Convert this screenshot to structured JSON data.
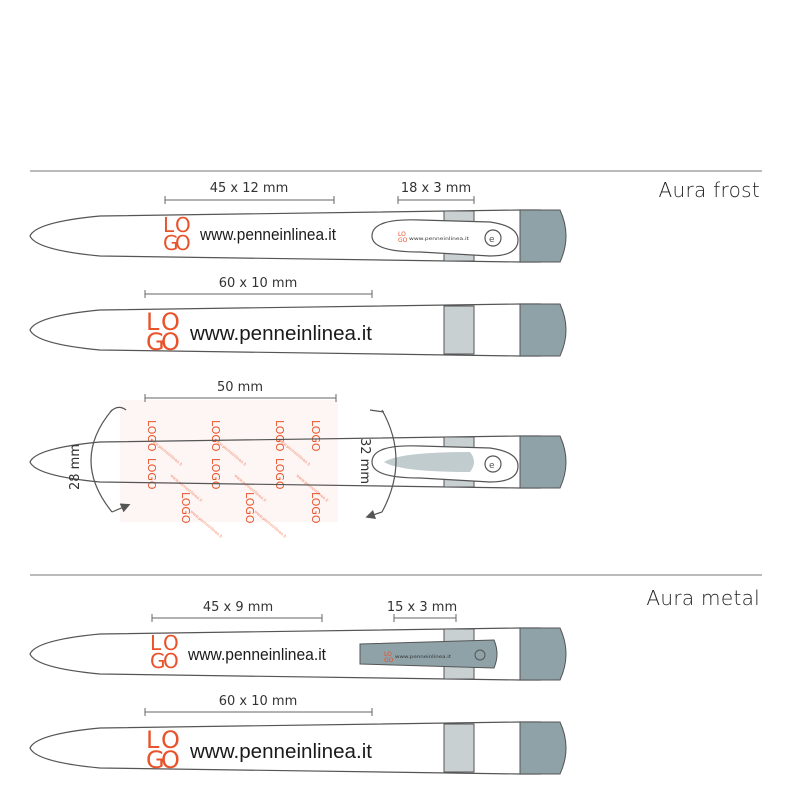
{
  "sections": [
    {
      "title": "Aura frost",
      "pens": [
        {
          "dimension": "45 x 12 mm",
          "clip_dimension": "18 x 3 mm",
          "logo": [
            "L",
            "O",
            "G",
            "O"
          ],
          "url": "www.penneinlinea.it",
          "clip_url": "www.penneinlinea.it"
        },
        {
          "dimension": "60 x 10 mm",
          "logo": [
            "L",
            "O",
            "G",
            "O"
          ],
          "url": "www.penneinlinea.it"
        },
        {
          "dimension": "50 mm",
          "wrap_left": "28 mm",
          "wrap_right": "32 mm",
          "pattern_logo": [
            "L",
            "O",
            "G",
            "O"
          ],
          "pattern_url": "www.penneinlinea.it"
        }
      ]
    },
    {
      "title": "Aura metal",
      "pens": [
        {
          "dimension": "45 x 9 mm",
          "clip_dimension": "15 x 3 mm",
          "logo": [
            "L",
            "O",
            "G",
            "O"
          ],
          "url": "www.penneinlinea.it",
          "clip_url": "www.penneinlinea.it"
        },
        {
          "dimension": "60 x 10 mm",
          "logo": [
            "L",
            "O",
            "G",
            "O"
          ],
          "url": "www.penneinlinea.it"
        }
      ]
    }
  ],
  "colors": {
    "logo": "#e8532b",
    "grip": "#8ea2a8",
    "ring": "#c8d0d2",
    "outline": "#555555",
    "rule": "#777777"
  }
}
